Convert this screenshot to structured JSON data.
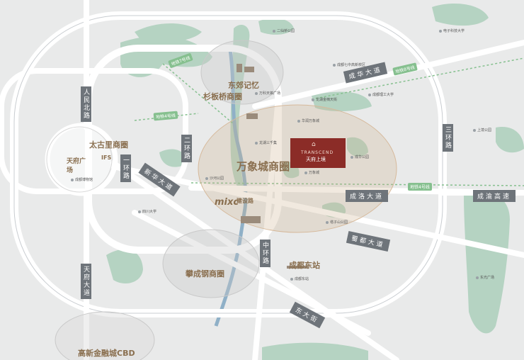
{
  "project": {
    "brand": "TRANSCEND",
    "name": "天府上境",
    "color": "#8b2c27"
  },
  "roads": {
    "renmin_north": "人民北路",
    "second_ring": "二环路",
    "third_ring": "三环路",
    "tianfu": "天府大道",
    "zhonghuan": "中环路",
    "xinhua": "新华大道",
    "chenghua": "成华大道",
    "chengluo": "成洛大道",
    "chengyu": "成渝高速",
    "shudu": "蜀都大道",
    "dongda": "东大街"
  },
  "metro_lines": {
    "line7": "地铁7号线",
    "line4_w": "地铁4号线",
    "line4_e": "地铁4号线",
    "line8": "地铁8号线"
  },
  "districts": {
    "dongjiao": "东郊记忆",
    "shabanqiao": "杉板桥商圈",
    "wanxiangcheng": "万象城商圈",
    "taikoo": "太古里商圈",
    "tianfu_square": "天府广场",
    "ifs": "IFS",
    "mixc": "mixc",
    "jianshe": "建设路",
    "panchengang": "攀成钢商圈",
    "chengdu_east": "成都东站",
    "jinrong": "高新金融城CBD"
  },
  "pois": {
    "p1": "二仙桥公园",
    "p2": "成都理工大学",
    "p3": "万科天荟广场",
    "p4": "龙湖金楠天街",
    "p5": "成都七中高新校区",
    "p6": "华润万象城",
    "p7": "电子科技大学",
    "p8": "成华公园",
    "p9": "四川大学",
    "p10": "万象城",
    "p11": "龙湖三千集",
    "p12": "沙河公园",
    "p13": "成都东站",
    "p14": "塔子山公园",
    "p15": "成都博物馆",
    "p16": "上境公园",
    "p17": "东光广场"
  }
}
